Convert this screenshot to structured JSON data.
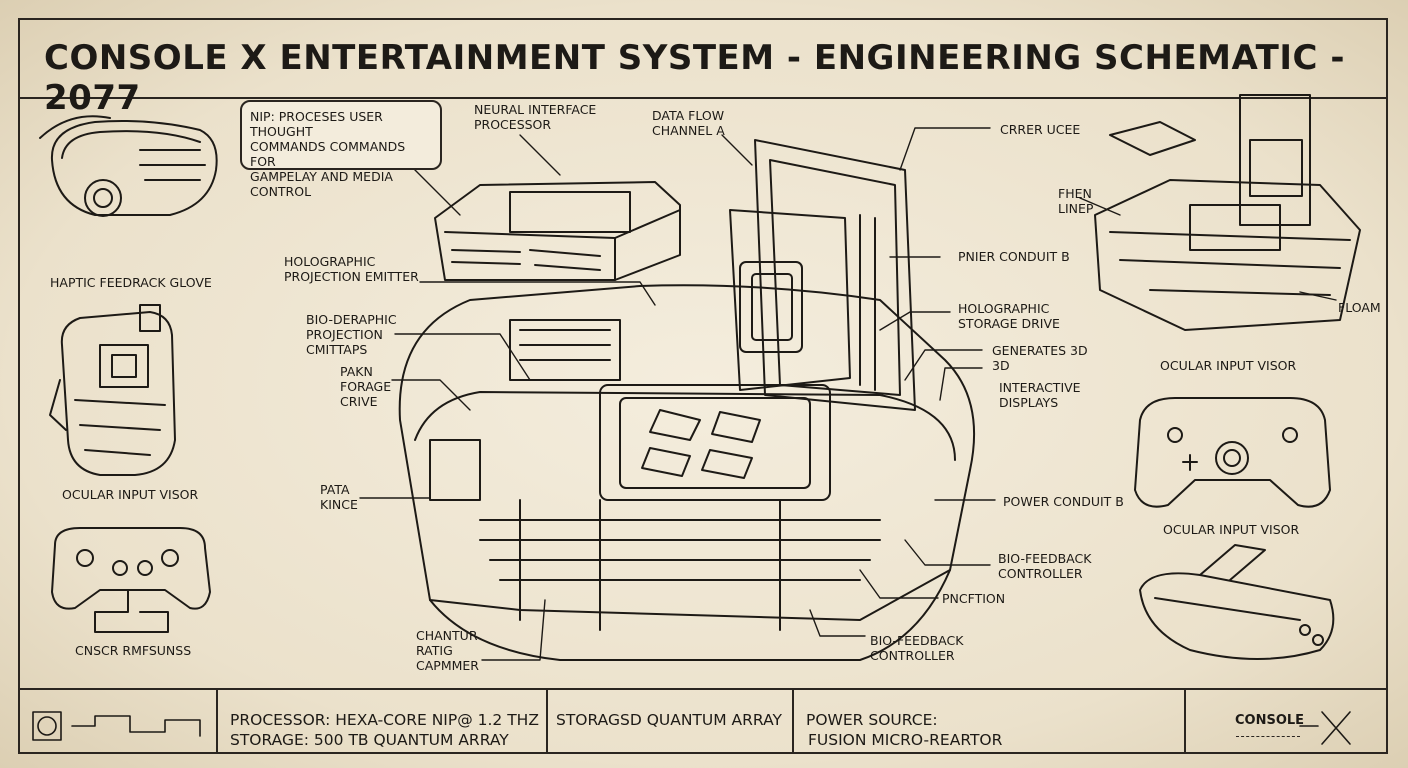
{
  "title": "CONSOLE X ENTERTAINMENT SYSTEM - ENGINEERING SCHEMATIC - 2077",
  "callout": "NIP: PROCESES USER THOUGHT\nCOMMANDS COMMANDS FOR\nGAMPELAY AND MEDIA CONTROL",
  "left_labels": {
    "haptic_glove": "HAPTIC FEEDRACK GLOVE",
    "ocular_visor": "OCULAR INPUT VISOR",
    "controller": "CNSCR RMFSUNSS"
  },
  "center_labels": {
    "neural_interface": "NEURAL INTERFACE\nPROCESSOR",
    "data_flow": "DATA FLOW\nCHANNEL A",
    "holo_emitter": "HOLOGRAPHIC\nPROJECTION EMITTER",
    "bio_deraphic": "BIO-DERAPHIC\nPROJECTION\nCMITTAPS",
    "pakn": "PAKN\nFORAGE\nCRIVE",
    "pata": "PATA\nKINCE",
    "chantur": "CHANTUR\nRATIG\nCAPMMER"
  },
  "right_labels": {
    "crrer_ucee": "CRRER UCEE",
    "pnier_conduit": "PNIER CONDUIT B",
    "holo_storage": "HOLOGRAPHIC\nSTORAGE DRIVE",
    "generates": "GENERATES 3D\n3D",
    "interactive": "INTERACTIVE\nDISPLAYS",
    "power_conduit": "POWER CONDUIT B",
    "bio_feedback_1": "BIO-FEEDBACK\nCONTROLLER",
    "pncftion": "PNCFTION",
    "bio_feedback_2": "BIO-FEEDBACK\nCONTROLLER"
  },
  "far_right_labels": {
    "fhen": "FHEN\nLINEP",
    "floam": "FLOAM",
    "ocular_visor_1": "OCULAR INPUT VISOR",
    "ocular_visor_2": "OCULAR INPUT VISOR"
  },
  "footer": {
    "processor": "PROCESSOR: HEXA-CORE NIP@ 1.2 THz",
    "storage": "STORAGE: 500 TB QUANTUM ARRAY",
    "storagsd": "STORAGSD QUANTUM ARRAY",
    "power_label": "POWER SOURCE:",
    "power_value": "FUSION MICRO-REARTOR",
    "logo": "CONSOLE"
  },
  "colors": {
    "paper": "#efe7d6",
    "ink": "#1d1a16"
  }
}
